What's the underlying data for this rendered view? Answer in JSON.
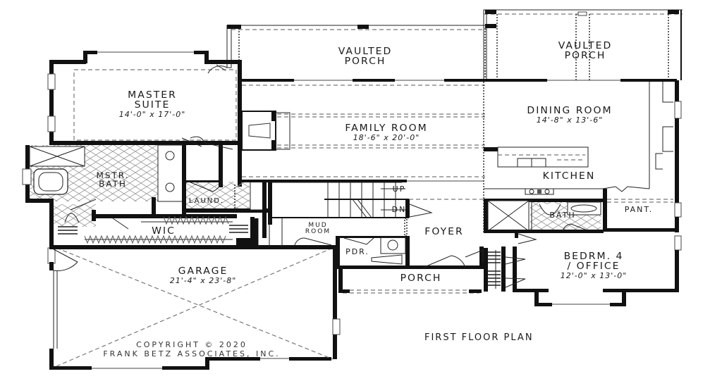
{
  "plan": {
    "title": "FIRST FLOOR PLAN",
    "copyright_line1": "COPYRIGHT © 2020",
    "copyright_line2": "FRANK BETZ ASSOCIATES, INC."
  },
  "rooms": {
    "vaulted_porch_left": {
      "name": "VAULTED",
      "name2": "PORCH"
    },
    "vaulted_porch_right": {
      "name": "VAULTED",
      "name2": "PORCH"
    },
    "master_suite": {
      "name": "MASTER",
      "name2": "SUITE",
      "dims": "14'-0\" x 17'-0\""
    },
    "family_room": {
      "name": "FAMILY ROOM",
      "dims": "18'-6\" x 20'-0\""
    },
    "dining_room": {
      "name": "DINING ROOM",
      "dims": "14'-8\" x 13'-6\""
    },
    "kitchen": {
      "name": "KITCHEN"
    },
    "master_bath": {
      "name": "MSTR.",
      "name2": "BATH"
    },
    "laundry": {
      "name": "LAUND."
    },
    "wic": {
      "name": "WIC"
    },
    "mud_room": {
      "name": "MUD",
      "name2": "ROOM"
    },
    "foyer": {
      "name": "FOYER"
    },
    "powder": {
      "name": "PDR."
    },
    "porch": {
      "name": "PORCH"
    },
    "bath": {
      "name": "BATH"
    },
    "pantry": {
      "name": "PANT."
    },
    "bedroom4": {
      "name": "BEDRM. 4",
      "name2": "/ OFFICE",
      "dims": "12'-0\" x 13'-0\""
    },
    "garage": {
      "name": "GARAGE",
      "dims": "21'-4\" x 23'-8\""
    }
  },
  "stairs": {
    "up_label": "UP",
    "down_label": "DN"
  },
  "colors": {
    "wall": "#111111",
    "background": "#ffffff",
    "dash": "#777777"
  }
}
